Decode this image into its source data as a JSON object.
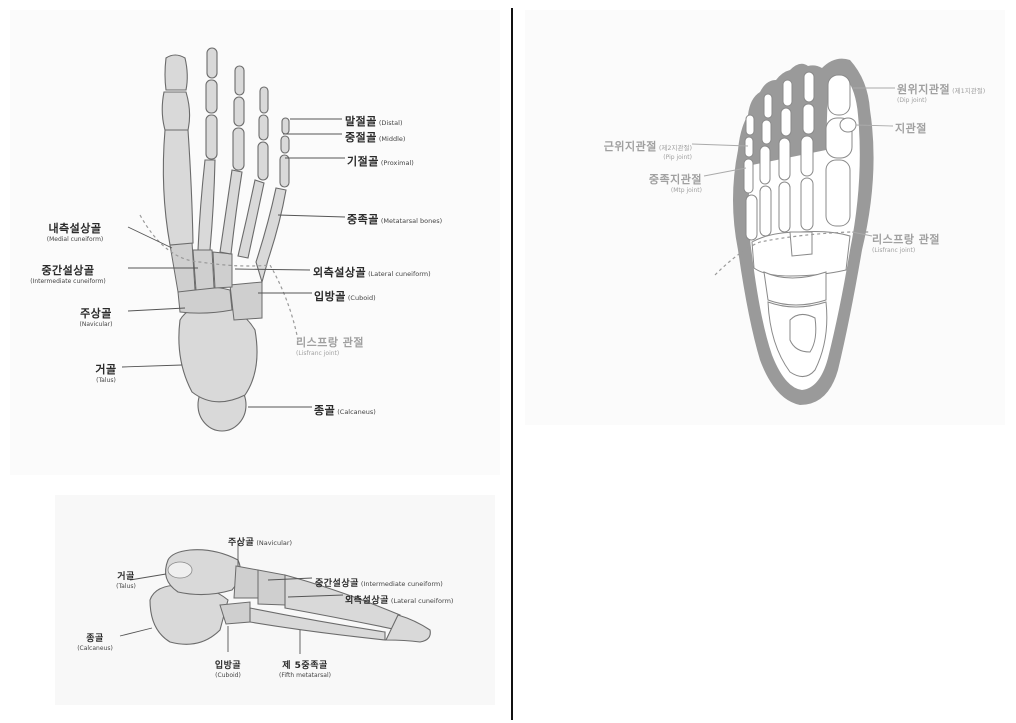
{
  "panels": {
    "top_left": {
      "labels": {
        "distal": {
          "ko": "말절골",
          "en": "(Distal)"
        },
        "middle": {
          "ko": "중절골",
          "en": "(Middle)"
        },
        "proximal": {
          "ko": "기절골",
          "en": "(Proximal)"
        },
        "metatarsal": {
          "ko": "중족골",
          "en": "(Metatarsal bones)"
        },
        "lateral_cuneiform": {
          "ko": "외측설상골",
          "en": "(Lateral cuneiform)"
        },
        "cuboid": {
          "ko": "입방골",
          "en": "(Cuboid)"
        },
        "lisfranc": {
          "ko": "리스프랑 관절",
          "en": "(Lisfranc joint)"
        },
        "calcaneus": {
          "ko": "종골",
          "en": "(Calcaneus)"
        },
        "medial_cuneiform": {
          "ko": "내측설상골",
          "en": "(Medial cuneiform)"
        },
        "intermediate_cuneiform": {
          "ko": "중간설상골",
          "en": "(Intermediate cuneiform)"
        },
        "navicular": {
          "ko": "주상골",
          "en": "(Navicular)"
        },
        "talus": {
          "ko": "거골",
          "en": "(Talus)"
        }
      }
    },
    "bottom_left": {
      "labels": {
        "navicular": {
          "ko": "주상골",
          "en": "(Navicular)"
        },
        "talus": {
          "ko": "거골",
          "en": "(Talus)"
        },
        "intermediate_cuneiform": {
          "ko": "중간설상골",
          "en": "(Intermediate cuneiform)"
        },
        "lateral_cuneiform": {
          "ko": "외측설상골",
          "en": "(Lateral cuneiform)"
        },
        "calcaneus": {
          "ko": "종골",
          "en": "(Calcaneus)"
        },
        "cuboid": {
          "ko": "입방골",
          "en": "(Cuboid)"
        },
        "fifth_metatarsal": {
          "ko": "제 5중족골",
          "en": "(Fifth metatarsal)"
        }
      }
    },
    "right": {
      "labels": {
        "dip": {
          "ko": "원위지관절",
          "ko_sub": "(제1지관절)",
          "en": "(Dip joint)"
        },
        "sesamoid": {
          "ko": "지관절"
        },
        "pip": {
          "ko": "근위지관절",
          "ko_sub": "(제2지관절)",
          "en": "(Pip joint)"
        },
        "mtp": {
          "ko": "중족지관절",
          "en": "(Mtp joint)"
        },
        "lisfranc": {
          "ko": "리스프랑 관절",
          "en": "(Lisfranc joint)"
        }
      }
    }
  },
  "colors": {
    "bone_fill": "#d9d9d9",
    "bone_stroke": "#6b6b6b",
    "foot_outline": "#9a9a9a",
    "grey_label": "#a0a0a0",
    "divider": "#111111"
  }
}
